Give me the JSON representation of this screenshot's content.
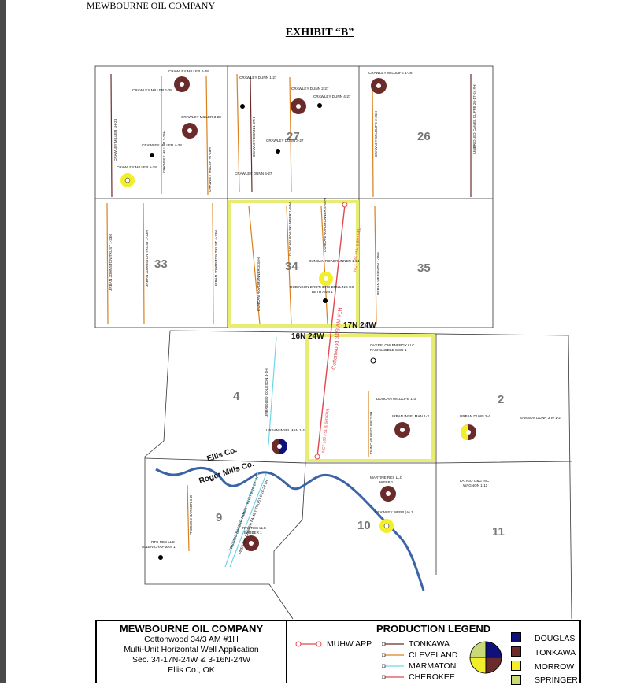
{
  "header": {
    "company": "MEWBOURNE OIL COMPANY",
    "exhibit": "EXHIBIT “B”"
  },
  "sections": {
    "s27": "27",
    "s26": "26",
    "s33": "33",
    "s34": "34",
    "s35": "35",
    "s4": "4",
    "s2": "2",
    "s9": "9",
    "s10": "10",
    "s11": "11"
  },
  "townships": {
    "north": "17N 24W",
    "south": "16N 24W"
  },
  "counties": {
    "ellis": "Ellis Co.",
    "roger_mills": "Roger Mills Co."
  },
  "wells": {
    "w1": "CRAWLEY MILLER 2-28",
    "w2": "CRAWLEY MILLER 1-28",
    "w3": "CRAWLEY MILLER 3-28",
    "w4": "CRAWLEY MILLER 4-28",
    "w5": "CRAWLEY MILLER 5-28",
    "w6": "CRAWLEY DUNN 1-27",
    "w7": "CRAWLEY DUNN 2-27",
    "w8": "CRAWLEY DUNN 4-27",
    "w9": "CRAWLEY DUNN 3-27",
    "w10": "CRAWLEY DUNN 5-27",
    "w11": "CRAWLEY WILDLIFE 1-26",
    "w12": "DUNCAN ROADRUNNER 1-34",
    "w13": "ROBINSON BROTHERS DRILLING CO",
    "w13b": "BETH ANN 1",
    "w14": "OVERFLOW ENERGY LLC",
    "w14b": "PACKSADDLE SWD 1",
    "w15": "DUNCAN WILDLIFE 1-3",
    "w16": "URBAN INSELMAN 1-3",
    "w17": "URBAN INSELMAN 1-4",
    "w18": "URBAN DUNN 2-A",
    "w19": "SAMSON DUNN 3 W 1-2",
    "w20": "MARTINE RES LLC",
    "w20b": "WEBB 1",
    "w21": "CRAWLEY WEBB (A) 1",
    "w22": "LATIGO O&G INC",
    "w22b": "WAGNON 1-11",
    "w23": "RTC RES LLC",
    "w23b": "BARBER 1",
    "w24": "RTC RES LLC",
    "w24b": "ALLEN CHAPMAN 1"
  },
  "laterals": {
    "l1": "CRAWLEY MILLER 1H-28",
    "l2": "CRAWLEY MILLER 3-26H",
    "l3": "CRAWLEY MILLER #7-28H",
    "l4": "CRAWLEY DUNN 1-27H",
    "l5": "CRAWLEY WILDLIFE 2-26H",
    "l6": "UNBRIDLED CAMEL CLIFFE 26-17-24 #H",
    "l7": "URBAN JOHNSTON TRUST 1-33H",
    "l8": "URBAN JOHNSTON TRUST 2-33H",
    "l9": "URBAN JOHNSTON TRUST 4-33H",
    "l10": "DUNCAN ROADRUNNER 3-34H",
    "l11": "DUNCAN ROADRUNNER 1-34H",
    "l12": "DUNCAN ROADRUNNER 4-34H",
    "l13": "URBAN HEIMSATH 1-35H",
    "l14": "UNBRIDLED COLESON 4-1H",
    "l15": "DUNCAN WILDLIFE 2-3H",
    "l16": "PRESIDIO BARBER 4-2H",
    "l17": "PRESIDIO BARBER FAMILY TRUST 9-16-24 1H",
    "l18": "PRESIDIO BARBER FAMILY TRUST 9-16-24 2H"
  },
  "muhw": {
    "name": "Cottonwood 34/3 AM #1H",
    "top_note": "NCT 165 FNL & 660 FEL",
    "bottom_note": "NCT 165 FSL & 660 FWL"
  },
  "legend": {
    "company": "MEWBOURNE OIL COMPANY",
    "line1": "Cottonwood 34/3 AM #1H",
    "line2": "Multi-Unit Horizontal Well Application",
    "line3": "Sec. 34-17N-24W & 3-16N-24W",
    "line4": "Ellis Co., OK",
    "title": "PRODUCTION LEGEND",
    "muhw": "MUHW APP",
    "items": [
      "TONKAWA",
      "CLEVELAND",
      "MARMATON",
      "CHEROKEE"
    ],
    "swatches": [
      "DOUGLAS",
      "TONKAWA",
      "MORROW",
      "SPRINGER"
    ]
  },
  "colors": {
    "tonkawa": "#6b2b2b",
    "cleveland": "#d9801c",
    "marmaton": "#6fd6e8",
    "cherokee": "#e0484e",
    "douglas": "#10107a",
    "morrow": "#f2ee2a",
    "springer": "#c8da77",
    "unit": "#e8ec70",
    "river": "#3b63a8"
  }
}
